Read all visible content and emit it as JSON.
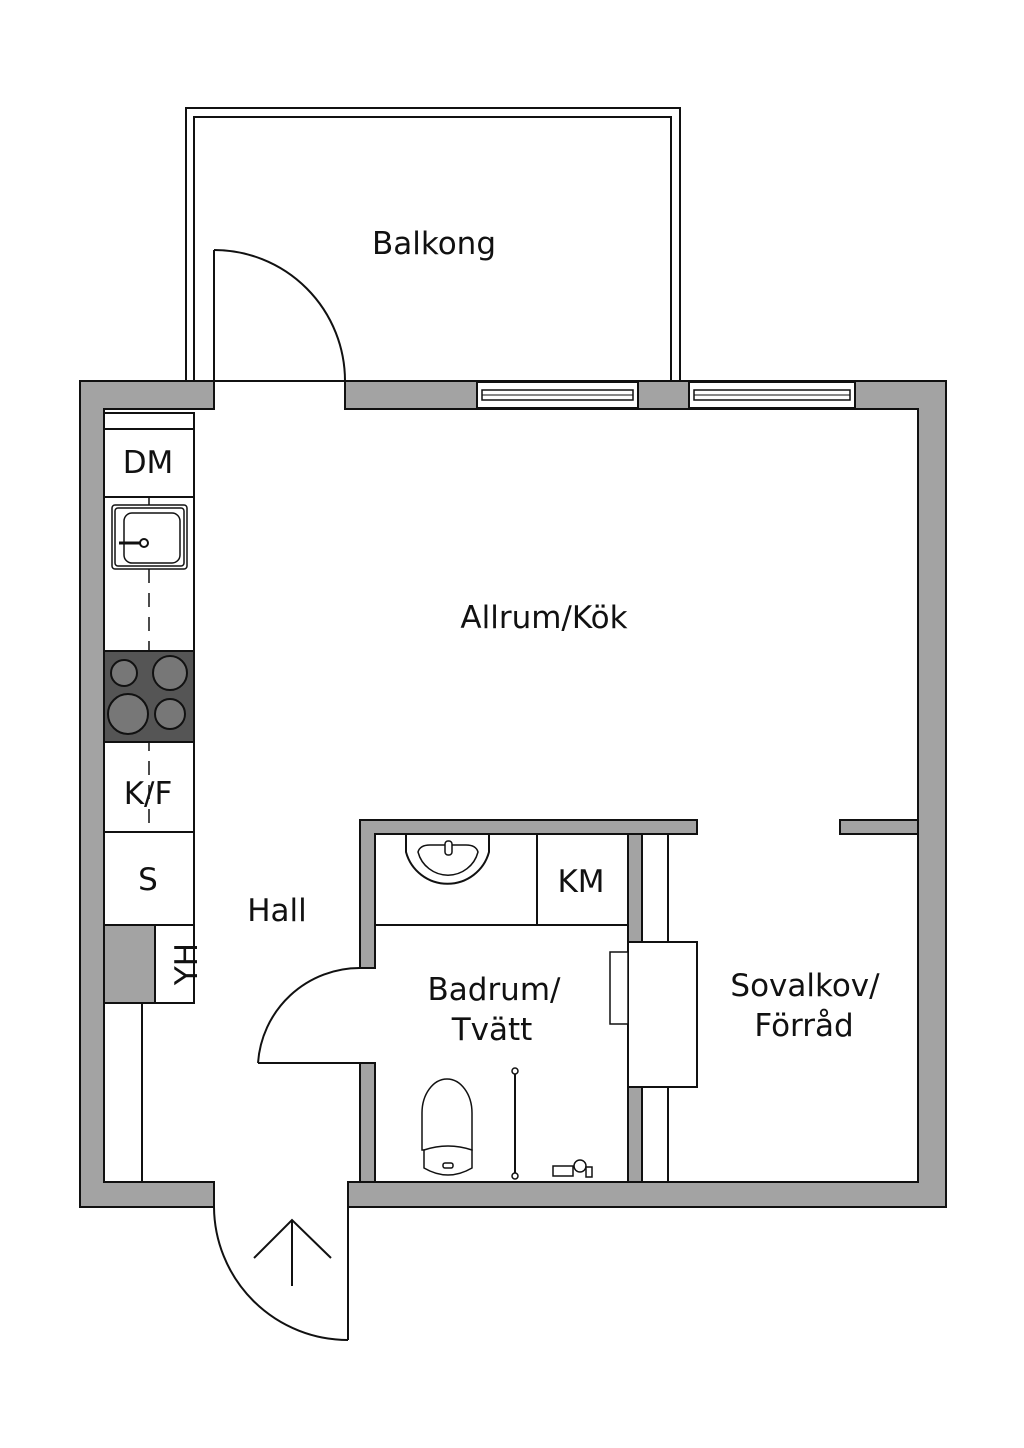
{
  "rooms": {
    "balcony": "Balkong",
    "living_kitchen": "Allrum/Kök",
    "hall": "Hall",
    "bathroom_line1": "Badrum/",
    "bathroom_line2": "Tvätt",
    "alcove_line1": "Sovalkov/",
    "alcove_line2": "Förråd"
  },
  "fixtures": {
    "dishwasher": "DM",
    "fridge_freezer": "K/F",
    "wardrobe": "S",
    "coat_closet": "YH",
    "washing_machine": "KM"
  },
  "colors": {
    "wall": "#a3a3a3",
    "stove": "#555555"
  }
}
